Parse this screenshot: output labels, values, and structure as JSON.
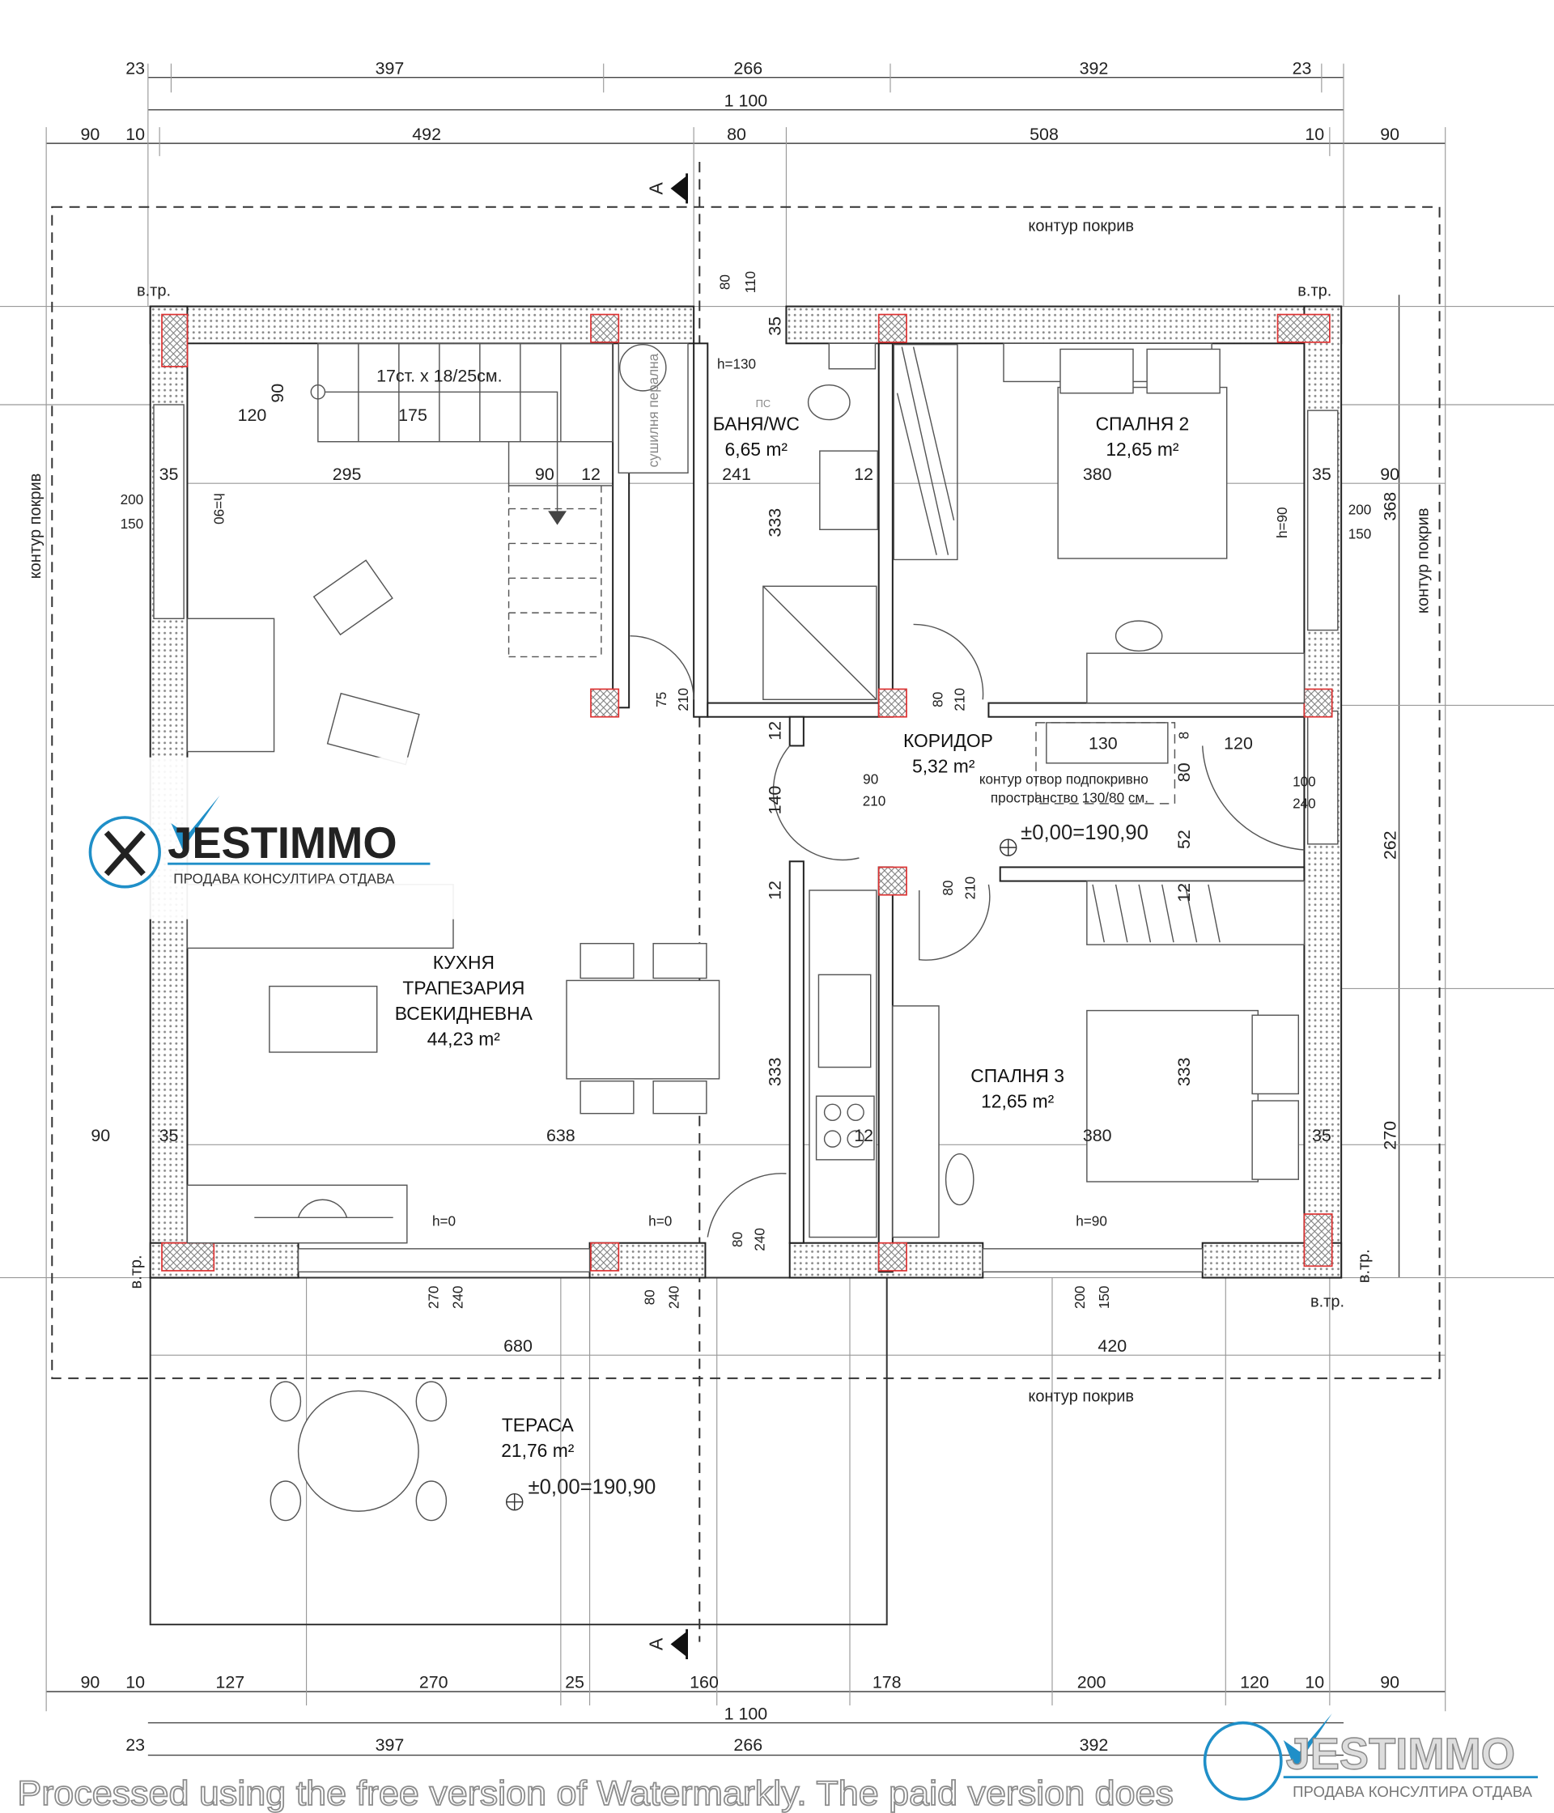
{
  "dims_top": [
    "23",
    "397",
    "266",
    "392",
    "23",
    "1 100",
    "90",
    "10",
    "492",
    "80",
    "508",
    "10",
    "90"
  ],
  "dims_bottom": [
    "90",
    "10",
    "127",
    "270",
    "25",
    "160",
    "178",
    "200",
    "120",
    "10",
    "90",
    "1 100",
    "23",
    "397",
    "266",
    "392"
  ],
  "rooms": {
    "bedroom2": {
      "name": "СПАЛНЯ 2",
      "area": "12,65 m²"
    },
    "bath": {
      "name": "БАНЯ/WC",
      "area": "6,65 m²"
    },
    "corridor": {
      "name": "КОРИДОР",
      "area": "5,32 m²"
    },
    "living": {
      "name1": "КУХНЯ",
      "name2": "ТРАПЕЗАРИЯ",
      "name3": "ВСЕКИДНЕВНА",
      "area": "44,23 m²"
    },
    "bedroom3": {
      "name": "СПАЛНЯ 3",
      "area": "12,65 m²"
    },
    "terrace": {
      "name": "ТЕРАСА",
      "area": "21,76 m²"
    }
  },
  "notes": {
    "roof_contour": "контур покрив",
    "downpipe": "в.тр.",
    "stairs": "17ст. x 18/25см.",
    "laundry": "сушилня перална",
    "opening1": "контур отвор подпокривно",
    "opening2": "пространство 130/80 см.",
    "level": "±0,00=190,90",
    "section": "A",
    "shaft": "ПС"
  },
  "dims_inner": {
    "row410": [
      "35",
      "295",
      "90",
      "12",
      "241",
      "12",
      "380",
      "35",
      "90"
    ],
    "row982": [
      "90",
      "35",
      "638",
      "12",
      "380",
      "35"
    ],
    "stair_90": "90",
    "stair_120": "120",
    "stair_175": "175",
    "win_left": [
      "200",
      "150"
    ],
    "h90_left": "h=90",
    "h130": "h=130",
    "bath_win": [
      "80",
      "110"
    ],
    "bath_35": "35",
    "bath_333": "333",
    "h90_right": "h=90",
    "win_right": [
      "200",
      "150"
    ],
    "right_368": "368",
    "door_laundry": [
      "75",
      "210"
    ],
    "door_bed2": [
      "80",
      "210"
    ],
    "c12a": "12",
    "hatch_130": "130",
    "hatch_8": "8",
    "hatch_120": "120",
    "door_corr": [
      "90",
      "210"
    ],
    "hatch_80": "80",
    "door_ext": [
      "100",
      "240"
    ],
    "c140": "140",
    "hatch_52": "52",
    "right_262": "262",
    "c12b": "12",
    "door_bed3": [
      "80",
      "210"
    ],
    "c12c": "12",
    "k333": "333",
    "b333": "333",
    "right_270": "270",
    "h0a": "h=0",
    "h0b": "h=0",
    "h90b": "h=90",
    "door_terr": [
      "80",
      "240"
    ],
    "win_b1": [
      "270",
      "240"
    ],
    "win_b2": [
      "80",
      "240"
    ],
    "win_b3": [
      "200",
      "150"
    ],
    "t680": "680",
    "t420": "420"
  },
  "logo": {
    "name": "JESTIMMO",
    "tagline": "ПРОДАВА КОНСУЛТИРА ОТДАВА"
  },
  "watermark": "Processed using the free version of Watermarkly. The paid version does",
  "colors": {
    "column": "#dd3333",
    "logo_blue": "#1f8fc8"
  }
}
